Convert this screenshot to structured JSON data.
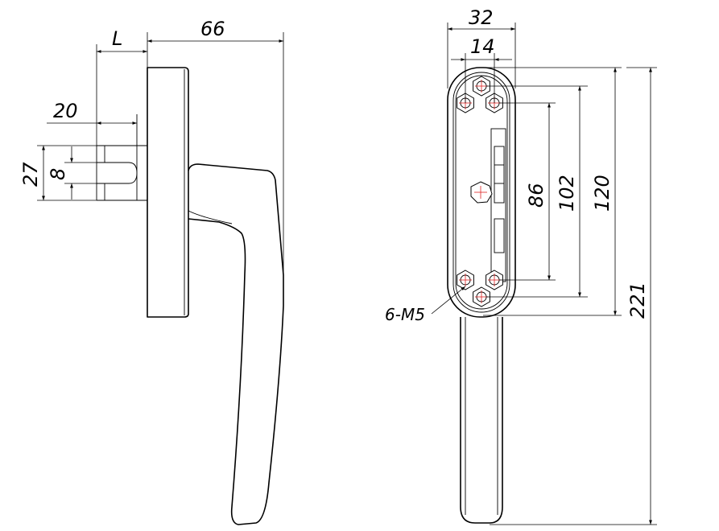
{
  "side_view": {
    "dim_L": "L",
    "dim_66": "66",
    "dim_20": "20",
    "dim_27": "27",
    "dim_8": "8"
  },
  "front_view": {
    "dim_32": "32",
    "dim_14": "14",
    "dim_86": "86",
    "dim_102": "102",
    "dim_120": "120",
    "dim_221": "221",
    "screw_callout": "6-M5"
  },
  "colors": {
    "line": "#000000",
    "center_marks": "#dd2222",
    "background": "#ffffff"
  }
}
